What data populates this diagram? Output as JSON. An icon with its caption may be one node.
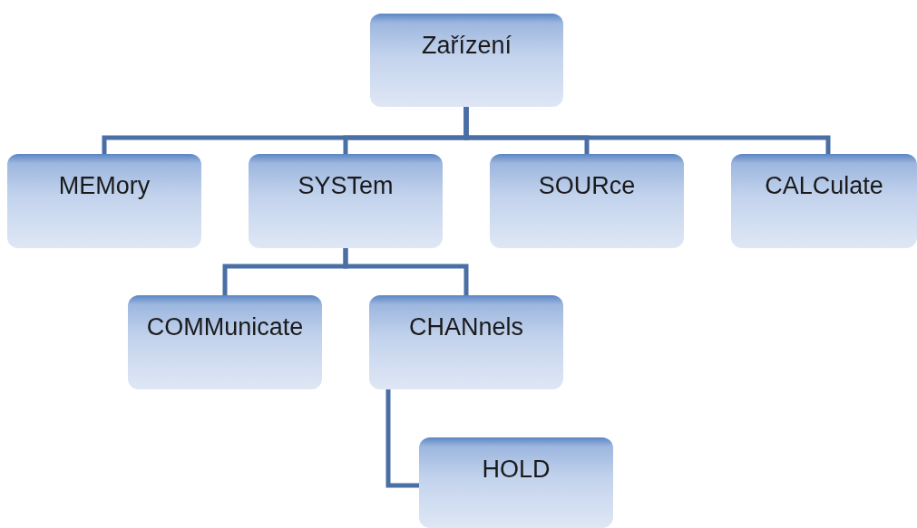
{
  "diagram": {
    "nodes": [
      {
        "text": [
          "Zařízení"
        ]
      },
      {
        "text": [
          "MEMory"
        ]
      },
      {
        "text": [
          "SYSTem"
        ]
      },
      {
        "text": [
          "SOURce"
        ]
      },
      {
        "text": [
          "CALCulate"
        ]
      },
      {
        "text": [
          "COMMunicate"
        ]
      },
      {
        "text": [
          "CHANnels"
        ]
      },
      {
        "text": [
          "HOLD"
        ]
      }
    ],
    "edges": [
      {
        "from": 0,
        "to": 1,
        "arrow": "none"
      },
      {
        "from": 0,
        "to": 2,
        "arrow": "none"
      },
      {
        "from": 0,
        "to": 3,
        "arrow": "none"
      },
      {
        "from": 0,
        "to": 4,
        "arrow": "none"
      },
      {
        "from": 2,
        "to": 5,
        "arrow": "none"
      },
      {
        "from": 2,
        "to": 6,
        "arrow": "none"
      },
      {
        "from": 6,
        "to": 7,
        "arrow": "none"
      }
    ]
  }
}
